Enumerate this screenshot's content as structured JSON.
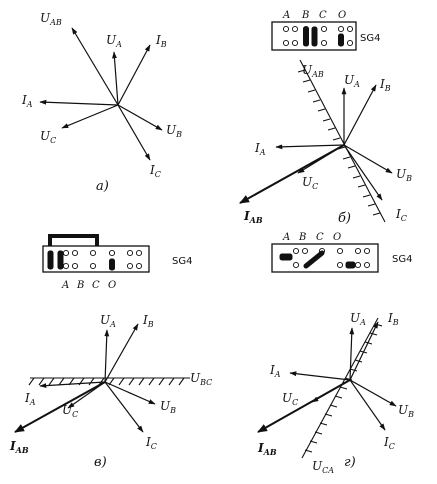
{
  "panels": [
    {
      "id": "a",
      "caption": "а)",
      "vectors": [
        {
          "id": "UAB",
          "main": "U",
          "sub": "AB",
          "bold": false
        },
        {
          "id": "UA",
          "main": "U",
          "sub": "A",
          "bold": false
        },
        {
          "id": "IB",
          "main": "I",
          "sub": "B",
          "bold": false
        },
        {
          "id": "IA",
          "main": "I",
          "sub": "A",
          "bold": false
        },
        {
          "id": "UC",
          "main": "U",
          "sub": "C",
          "bold": false
        },
        {
          "id": "UB",
          "main": "U",
          "sub": "B",
          "bold": false
        },
        {
          "id": "IC",
          "main": "I",
          "sub": "C",
          "bold": false
        }
      ]
    },
    {
      "id": "b",
      "caption": "б)",
      "block_label": "SG4",
      "terminals": [
        "A",
        "B",
        "C",
        "O"
      ],
      "vectors": [
        {
          "id": "UAB",
          "main": "U",
          "sub": "AB",
          "bold": false
        },
        {
          "id": "UA",
          "main": "U",
          "sub": "A",
          "bold": false
        },
        {
          "id": "IB",
          "main": "I",
          "sub": "B",
          "bold": false
        },
        {
          "id": "IA",
          "main": "I",
          "sub": "A",
          "bold": false
        },
        {
          "id": "UC",
          "main": "U",
          "sub": "C",
          "bold": false
        },
        {
          "id": "UB",
          "main": "U",
          "sub": "B",
          "bold": false
        },
        {
          "id": "IAB",
          "main": "I",
          "sub": "AB",
          "bold": true
        },
        {
          "id": "IC",
          "main": "I",
          "sub": "C",
          "bold": false
        }
      ]
    },
    {
      "id": "v",
      "caption": "в)",
      "block_label": "SG4",
      "terminals": [
        "A",
        "B",
        "C",
        "O"
      ],
      "vectors": [
        {
          "id": "UA",
          "main": "U",
          "sub": "A",
          "bold": false
        },
        {
          "id": "IB",
          "main": "I",
          "sub": "B",
          "bold": false
        },
        {
          "id": "UBC",
          "main": "U",
          "sub": "BC",
          "bold": false
        },
        {
          "id": "IA",
          "main": "I",
          "sub": "A",
          "bold": false
        },
        {
          "id": "UC",
          "main": "U",
          "sub": "C",
          "bold": false
        },
        {
          "id": "UB",
          "main": "U",
          "sub": "B",
          "bold": false
        },
        {
          "id": "IAB",
          "main": "I",
          "sub": "AB",
          "bold": true
        },
        {
          "id": "IC",
          "main": "I",
          "sub": "C",
          "bold": false
        }
      ]
    },
    {
      "id": "g",
      "caption": "г)",
      "block_label": "SG4",
      "terminals": [
        "A",
        "B",
        "C",
        "O"
      ],
      "vectors": [
        {
          "id": "UA",
          "main": "U",
          "sub": "A",
          "bold": false
        },
        {
          "id": "IB",
          "main": "I",
          "sub": "B",
          "bold": false
        },
        {
          "id": "IA",
          "main": "I",
          "sub": "A",
          "bold": false
        },
        {
          "id": "UC",
          "main": "U",
          "sub": "C",
          "bold": false
        },
        {
          "id": "UB",
          "main": "U",
          "sub": "B",
          "bold": false
        },
        {
          "id": "IAB",
          "main": "I",
          "sub": "AB",
          "bold": true
        },
        {
          "id": "IC",
          "main": "I",
          "sub": "C",
          "bold": false
        },
        {
          "id": "UCA",
          "main": "U",
          "sub": "CA",
          "bold": false
        }
      ]
    }
  ]
}
